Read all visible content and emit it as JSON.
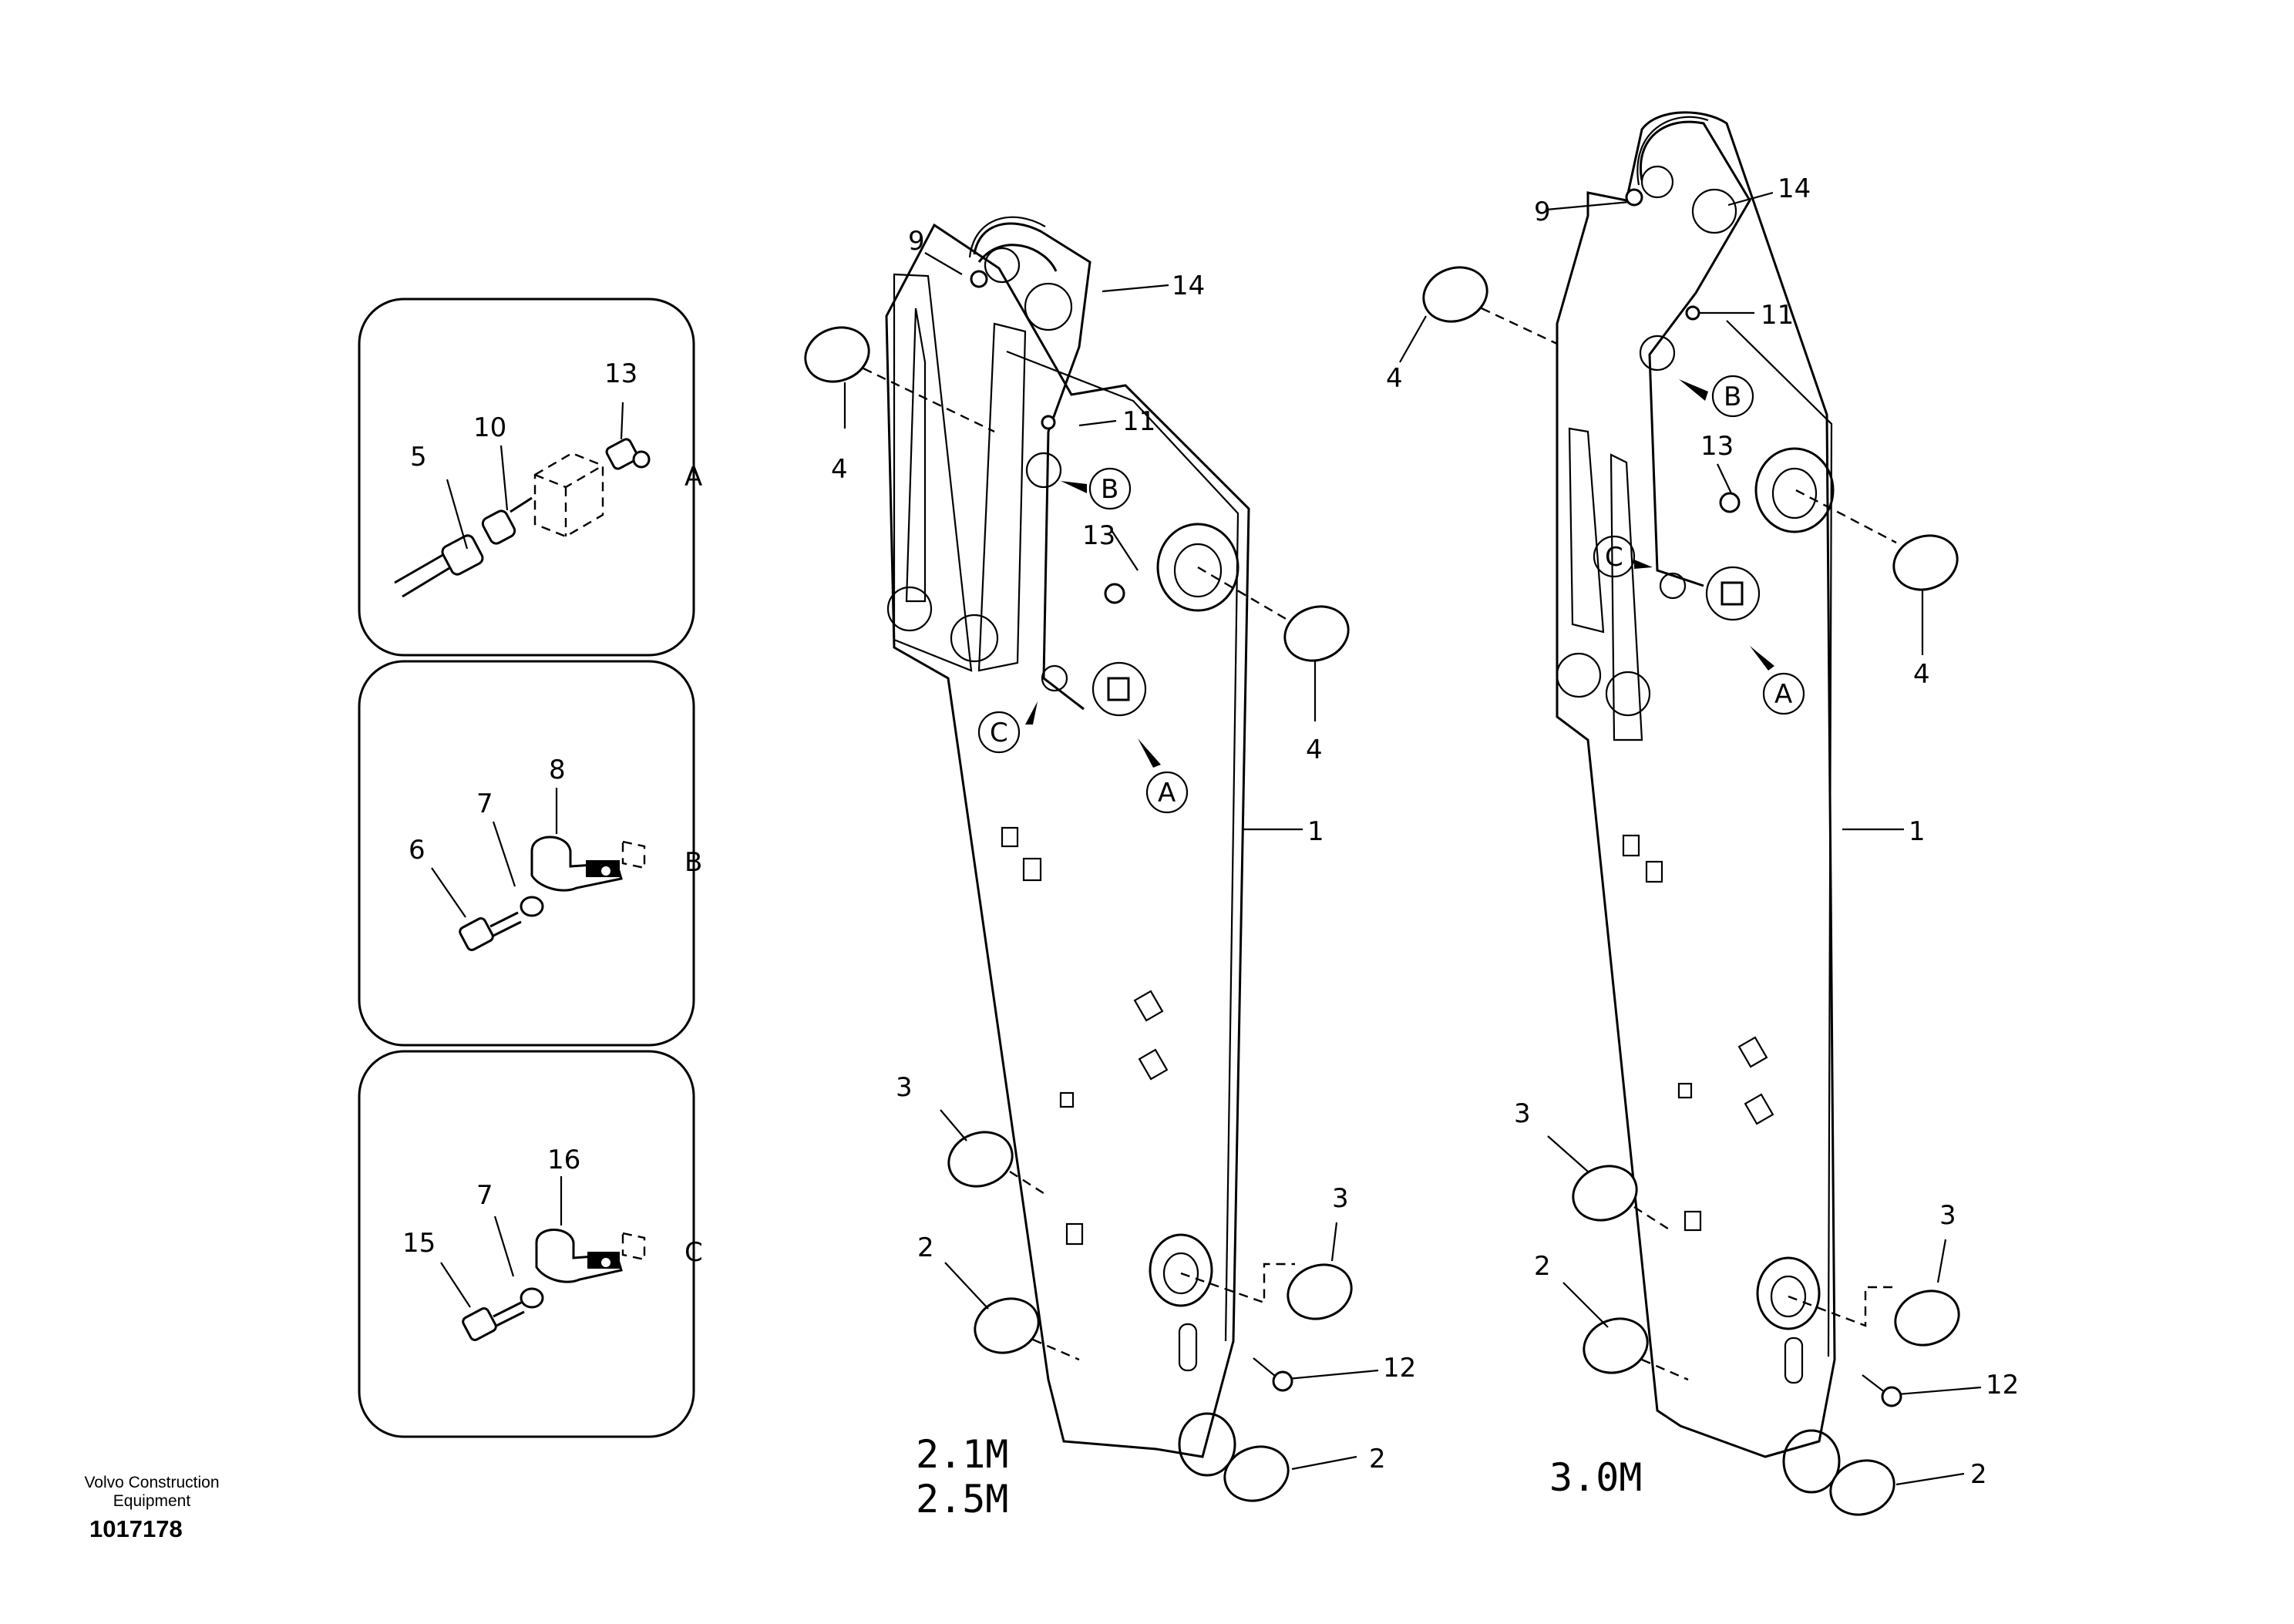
{
  "callouts": {
    "n1": "1",
    "n2": "2",
    "n3": "3",
    "n4": "4",
    "n5": "5",
    "n6": "6",
    "n7": "7",
    "n8": "8",
    "n9": "9",
    "n10": "10",
    "n11": "11",
    "n12": "12",
    "n13": "13",
    "n14": "14",
    "n15": "15",
    "n16": "16"
  },
  "detail_letters": {
    "a": "A",
    "b": "B",
    "c": "C"
  },
  "variants": {
    "short_1": "2.1M",
    "short_2": "2.5M",
    "long": "3.0M"
  },
  "footer": {
    "brand_line1": "Volvo Construction",
    "brand_line2": "Equipment",
    "part_number": "1017178"
  }
}
